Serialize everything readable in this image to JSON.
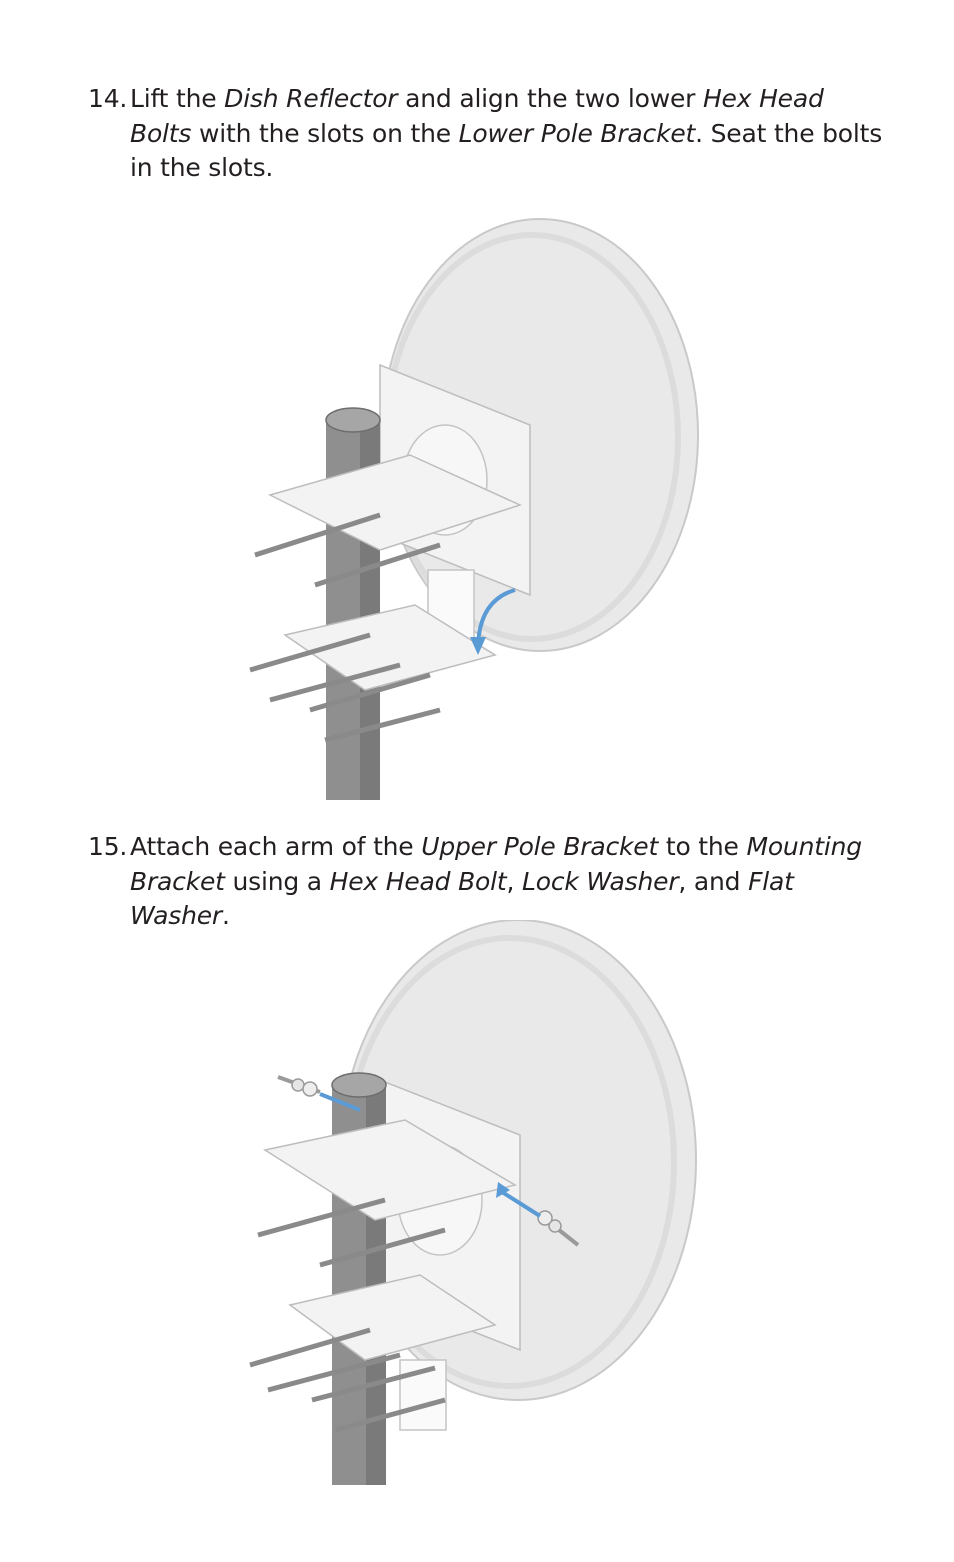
{
  "steps": [
    {
      "number": "14.",
      "segments": [
        {
          "text": "Lift the ",
          "italic": false
        },
        {
          "text": "Dish Reflector",
          "italic": true
        },
        {
          "text": " and align the two lower ",
          "italic": false
        },
        {
          "text": "Hex Head Bolts",
          "italic": true
        },
        {
          "text": " with the slots on the ",
          "italic": false
        },
        {
          "text": "Lower Pole Bracket",
          "italic": true
        },
        {
          "text": ". Seat the bolts in the slots.",
          "italic": false
        }
      ]
    },
    {
      "number": "15.",
      "segments": [
        {
          "text": "Attach each arm of the ",
          "italic": false
        },
        {
          "text": "Upper Pole Bracket",
          "italic": true
        },
        {
          "text": " to the ",
          "italic": false
        },
        {
          "text": "Mounting Bracket",
          "italic": true
        },
        {
          "text": " using a ",
          "italic": false
        },
        {
          "text": "Hex Head Bolt",
          "italic": true
        },
        {
          "text": ", ",
          "italic": false
        },
        {
          "text": "Lock Washer",
          "italic": true
        },
        {
          "text": ", and ",
          "italic": false
        },
        {
          "text": "Flat Washer",
          "italic": true
        },
        {
          "text": ".",
          "italic": false
        }
      ]
    }
  ],
  "colors": {
    "text": "#231f20",
    "dish": "#e9e9e9",
    "dish_edge": "#c9c9c9",
    "pole": "#8f8f8f",
    "bracket": "#f3f3f3",
    "arrow": "#5b9bd5"
  }
}
